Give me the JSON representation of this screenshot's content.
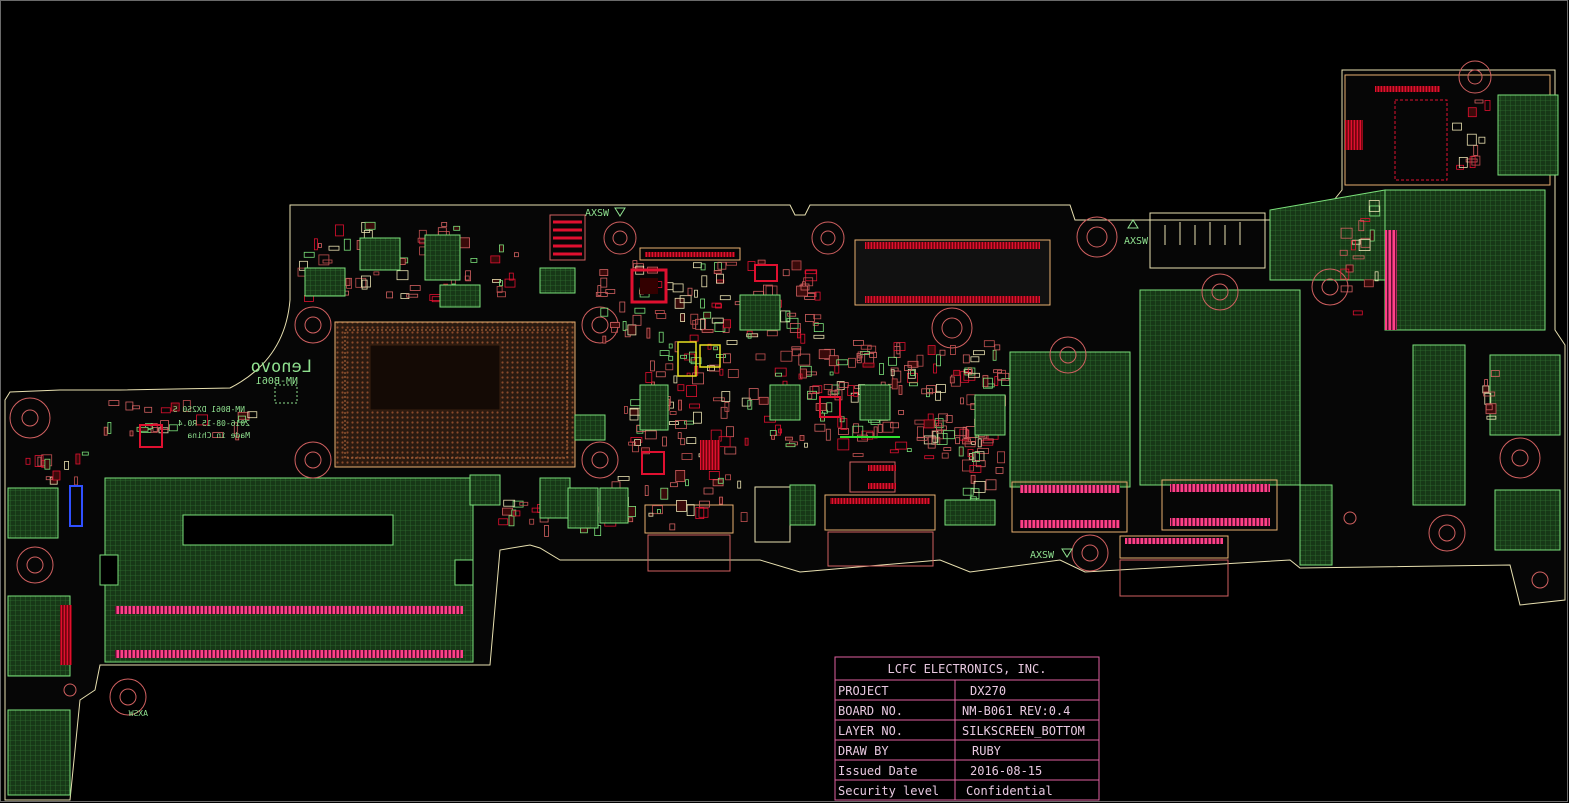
{
  "title_block": {
    "company": "LCFC ELECTRONICS, INC.",
    "rows": [
      {
        "label": "PROJECT",
        "value": "DX270"
      },
      {
        "label": "BOARD NO.",
        "value": "NM-B061 REV:0.4"
      },
      {
        "label": "LAYER NO.",
        "value": "SILKSCREEN_BOTTOM"
      },
      {
        "label": "DRAW BY",
        "value": "RUBY"
      },
      {
        "label": "Issued Date",
        "value": "2016-08-15"
      },
      {
        "label": "Security level",
        "value": "Confidential"
      }
    ]
  },
  "silkscreen": {
    "brand": "Lenovo",
    "model": "NM-B061",
    "axsw_1": "AXSW",
    "axsw_2": "AXSW",
    "axsw_3": "AXSW",
    "axsw_4": "AXSW"
  },
  "colors": {
    "background": "#000000",
    "outline": "#e8e0b0",
    "copper": "#1f3f1f",
    "grid": "#2e6b2e",
    "pad_red": "#e01030",
    "pad_pink": "#ff4080",
    "component": "#d06060",
    "silk_green": "#8fe08f",
    "yellow": "#e8e020",
    "blue": "#3050ff",
    "title_border": "#e060a0"
  }
}
